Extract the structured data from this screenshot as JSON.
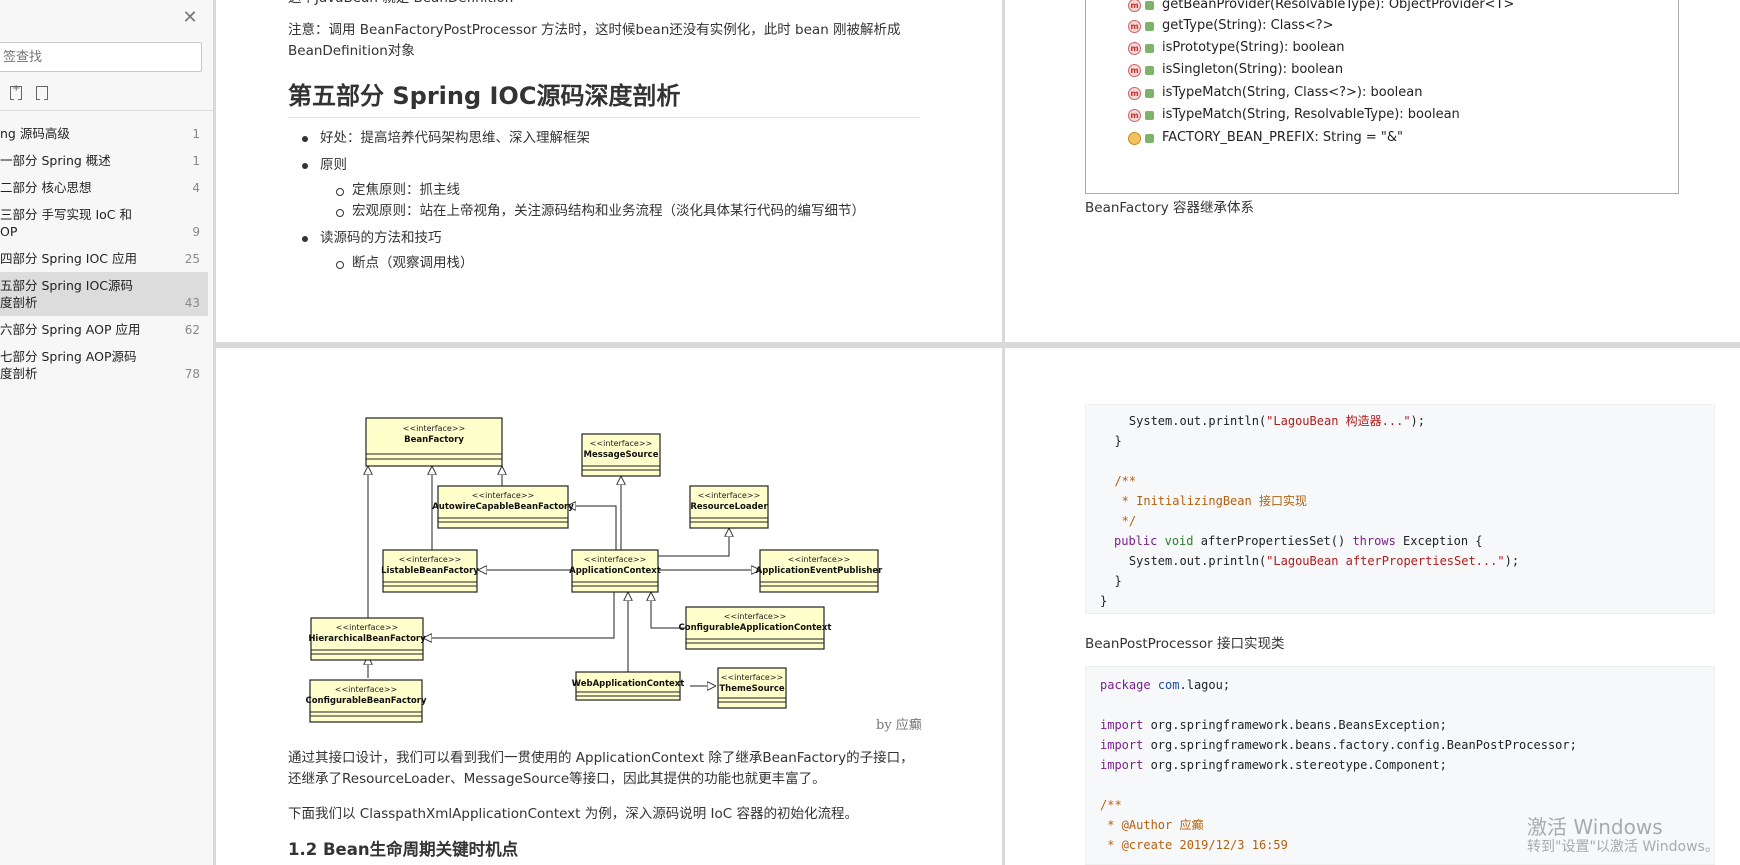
{
  "sidebar": {
    "search_placeholder": "签查找",
    "toc": [
      {
        "label": "ng 源码高级",
        "page": "1"
      },
      {
        "label": "一部分 Spring 概述",
        "page": "1"
      },
      {
        "label": "二部分 核心思想",
        "page": "4"
      },
      {
        "label": "三部分 手写实现 IoC 和\nOP",
        "page": "9"
      },
      {
        "label": "四部分 Spring IOC 应用",
        "page": "25"
      },
      {
        "label": "五部分 Spring IOC源码\n度剖析",
        "page": "43"
      },
      {
        "label": "六部分 Spring AOP 应用",
        "page": "62"
      },
      {
        "label": "七部分 Spring AOP源码\n度剖析",
        "page": "78"
      }
    ]
  },
  "page1": {
    "top_cut": "这个JavaBean 就是 BeanDefinition",
    "note_line1": "注意：调用 BeanFactoryPostProcessor 方法时，这时候bean还没有实例化，此时 bean 刚被解析成",
    "note_line2": "BeanDefinition对象",
    "heading": "第五部分 Spring IOC源码深度剖析",
    "b_benefit": "好处：提高培养代码架构思维、深入理解框架",
    "b_principle": "原则",
    "b_principle_sub": [
      "定焦原则：抓主线",
      "宏观原则：站在上帝视角，关注源码结构和业务流程（淡化具体某行代码的编写细节）"
    ],
    "b_methods": "读源码的方法和技巧",
    "b_methods_sub": [
      "断点（观察调用栈）"
    ]
  },
  "page2": {
    "methods": [
      "getBeanProvider(ResolvableType): ObjectProvider<T>",
      "getType(String): Class<?>",
      "isPrototype(String): boolean",
      "isSingleton(String): boolean",
      "isTypeMatch(String, Class<?>): boolean",
      "isTypeMatch(String, ResolvableType): boolean"
    ],
    "field": "FACTORY_BEAN_PREFIX: String = \"&\"",
    "badge_m": "m",
    "caption": "BeanFactory 容器继承体系"
  },
  "page3": {
    "uml": {
      "stereotype": "<<interface>>",
      "nodes": {
        "bf": "BeanFactory",
        "ms": "MessageSource",
        "acbf": "AutowireCapableBeanFactory",
        "rl": "ResourceLoader",
        "lbf": "ListableBeanFactory",
        "ac": "ApplicationContext",
        "aep": "ApplicationEventPublisher",
        "cac": "ConfigurableApplicationContext",
        "hbf": "HierarchicalBeanFactory",
        "wac": "WebApplicationContext",
        "ts": "ThemeSource",
        "cbf": "ConfigurableBeanFactory"
      }
    },
    "byline": "by 应癫",
    "para1_line1": "通过其接口设计，我们可以看到我们一贯使用的 ApplicationContext 除了继承BeanFactory的子接口，",
    "para1_line2": "还继承了ResourceLoader、MessageSource等接口，因此其提供的功能也就更丰富了。",
    "para2": "下面我们以 ClasspathXmlApplicationContext 为例，深入源码说明 IoC 容器的初始化流程。",
    "h2": "1.2 Bean生命周期关键时机点"
  },
  "page4": {
    "code1": {
      "l1_pre": "    System.out.println(",
      "l1_str": "\"LagouBean 构造器...\"",
      "l1_post": ");",
      "l2": "  }",
      "l3": "  /**",
      "l4": "   * InitializingBean 接口实现",
      "l5": "   */",
      "l6_kw": "public",
      "l6_kw2": "void",
      "l6_mid": " afterPropertiesSet() ",
      "l6_kw3": "throws",
      "l6_post": " Exception {",
      "l7_pre": "    System.out.println(",
      "l7_str": "\"LagouBean afterPropertiesSet...\"",
      "l7_post": ");",
      "l8": "  }",
      "l9": "}"
    },
    "caption": "BeanPostProcessor 接口实现类",
    "code2": {
      "l1_kw": "package",
      "l1_pk": "com",
      "l1_post": ".lagou;",
      "imp_kw": "import",
      "imports": [
        " org.springframework.beans.BeansException;",
        " org.springframework.beans.factory.config.BeanPostProcessor;",
        " org.springframework.stereotype.Component;"
      ],
      "c1": "/**",
      "c2": " * @Author 应癫",
      "c3": " * @create 2019/12/3 16:59"
    }
  },
  "watermark": {
    "line1": "激活 Windows",
    "line2": "转到\"设置\"以激活 Windows。"
  }
}
